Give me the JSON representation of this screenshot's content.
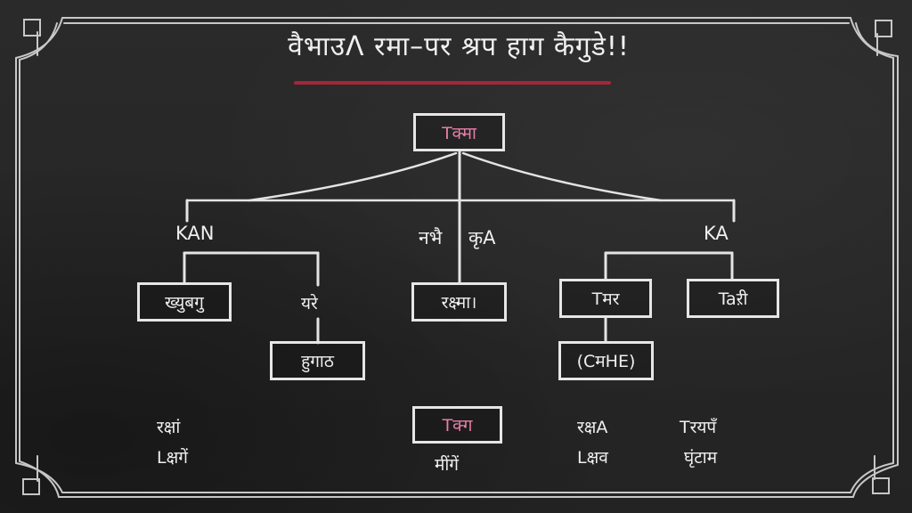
{
  "title": "वैभाउΛ रमा–पर श्रप हाग कैगुडे!!",
  "colors": {
    "board": "#262626",
    "chalk": "#e6e6e6",
    "accent_underline": "#b3263a",
    "highlight_text": "#e57fa6"
  },
  "root": {
    "label": "Tक्मा"
  },
  "branches": {
    "left": {
      "label": "KAN",
      "children": [
        {
          "label": "ख्युबगु"
        },
        {
          "label": "यरे",
          "child": {
            "label": "हुगाठ"
          }
        }
      ]
    },
    "center": {
      "label_left": "नभै",
      "label_right": "कृA",
      "child": {
        "label": "रक्ष्मा।"
      }
    },
    "right": {
      "label": "KA",
      "children": [
        {
          "label": "Tमर",
          "child": {
            "label": "(CमHE)"
          }
        },
        {
          "label": "Taऱी"
        }
      ]
    }
  },
  "footer": {
    "left": {
      "line1": "रक्षां",
      "line2": "Lक्षगें"
    },
    "center": {
      "box": "Tक्ग",
      "line": "मींगें"
    },
    "right_a": {
      "line1": "रक्षA",
      "line2": "Lक्षव"
    },
    "right_b": {
      "line1": "Tरयपँ",
      "line2": "घृंटाम"
    }
  }
}
